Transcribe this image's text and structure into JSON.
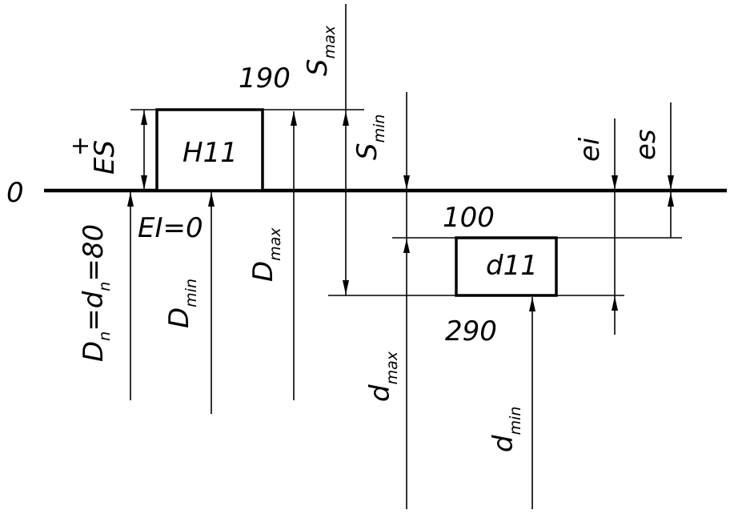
{
  "zero_line": {
    "label": "0"
  },
  "hole_field": {
    "label": "H11",
    "es_label": "ES",
    "es_sign": "+",
    "ei_label": "EI=0",
    "value_190": "190"
  },
  "shaft_field": {
    "label": "d11",
    "es_label": "es",
    "ei_label": "ei",
    "value_100": "100",
    "value_290": "290"
  },
  "nominal": {
    "D": "D",
    "n1": "n",
    "eq1": "=d",
    "n2": "n",
    "eq2": "=80"
  },
  "dimensions": {
    "D_min": {
      "main": "D",
      "sub": "min"
    },
    "D_max": {
      "main": "D",
      "sub": "max"
    },
    "d_max": {
      "main": "d",
      "sub": "max"
    },
    "d_min": {
      "main": "d",
      "sub": "min"
    },
    "S_max": {
      "main": "S",
      "sub": "max"
    },
    "S_min": {
      "main": "S",
      "sub": "min"
    }
  }
}
